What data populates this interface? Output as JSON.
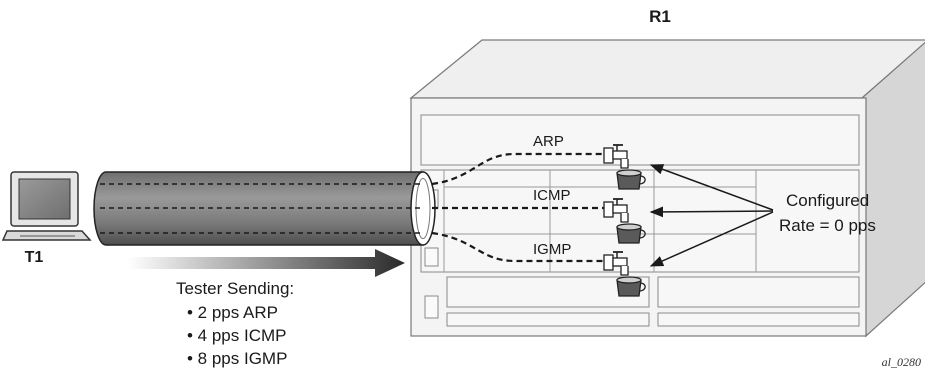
{
  "router": {
    "name": "R1"
  },
  "tester": {
    "name": "T1"
  },
  "protocols": [
    "ARP",
    "ICMP",
    "IGMP"
  ],
  "callout": {
    "line1": "Configured",
    "line2": "Rate = 0 pps"
  },
  "tester_sending": {
    "heading": "Tester Sending:",
    "items": [
      "• 2 pps ARP",
      "• 4 pps ICMP",
      "• 8 pps IGMP"
    ]
  },
  "figure_ref": "al_0280"
}
